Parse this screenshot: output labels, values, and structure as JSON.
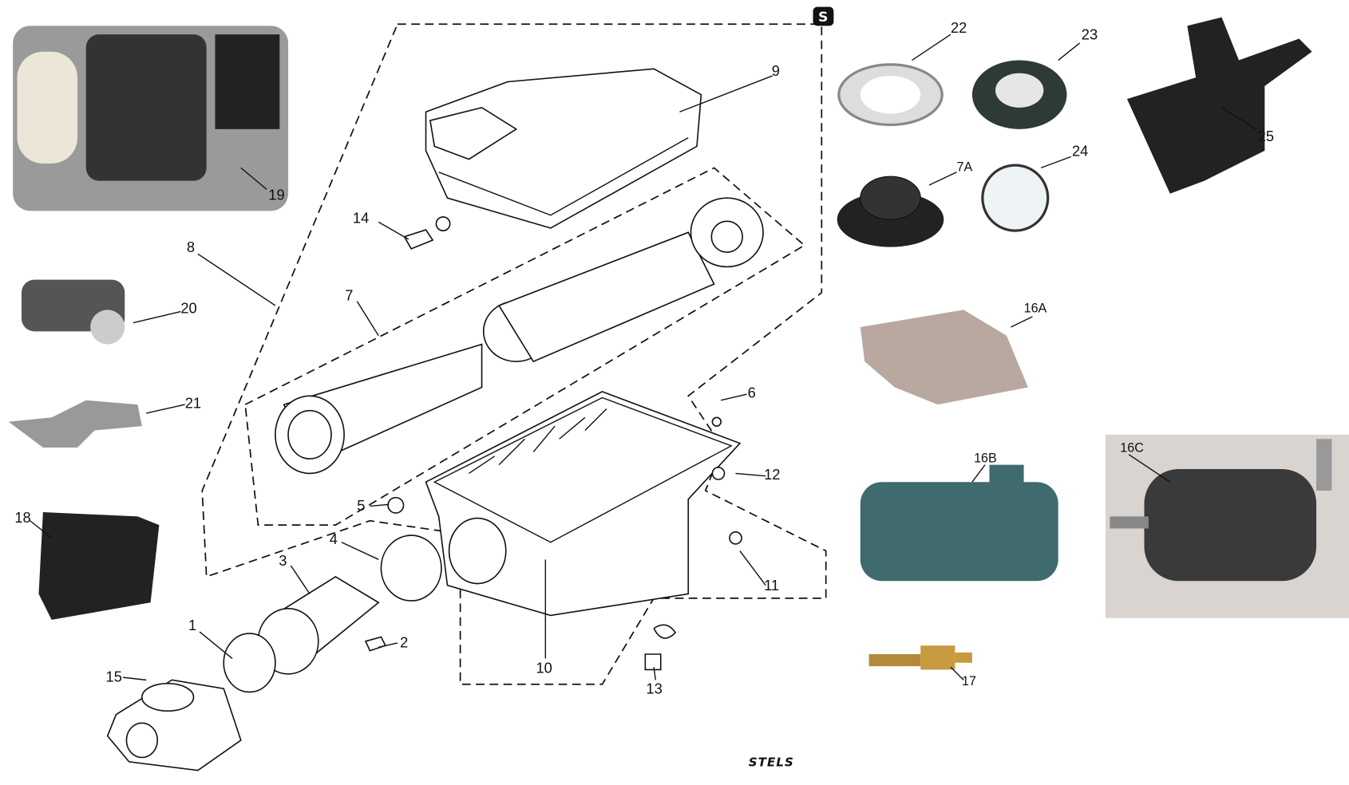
{
  "diagram": {
    "brand_logo": "STELS",
    "section_mark": "S",
    "callouts": {
      "c1": "1",
      "c2": "2",
      "c3": "3",
      "c4": "4",
      "c5": "5",
      "c6": "6",
      "c7": "7",
      "c7A": "7A",
      "c8": "8",
      "c9": "9",
      "c10": "10",
      "c11": "11",
      "c12": "12",
      "c13": "13",
      "c14": "14",
      "c15": "15",
      "c16A": "16A",
      "c16B": "16B",
      "c16C": "16C",
      "c17": "17",
      "c18": "18",
      "c19": "19",
      "c20": "20",
      "c21": "21",
      "c22": "22",
      "c23": "23",
      "c24": "24",
      "c25": "25"
    }
  }
}
